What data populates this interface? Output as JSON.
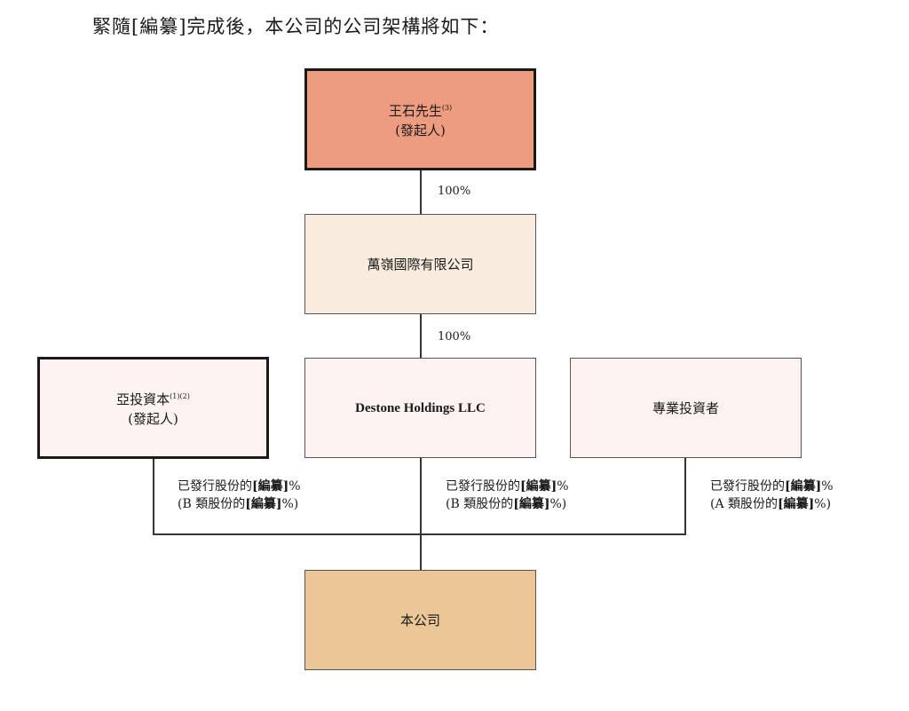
{
  "heading": "緊隨[編纂]完成後，本公司的公司架構將如下：",
  "colors": {
    "founder_fill": "#ee9c80",
    "holdco_fill": "#f9ecde",
    "entity_fill": "#fcf3f1",
    "company_fill": "#ebc697"
  },
  "nodes": {
    "wang_shi": {
      "name": "王石先生",
      "note": "(3)",
      "role": "(發起人)"
    },
    "wanling": {
      "name": "萬嶺國際有限公司"
    },
    "ya_tou": {
      "name": "亞投資本",
      "note": "(1)(2)",
      "role": "(發起人)"
    },
    "destone": {
      "name": "Destone Holdings LLC"
    },
    "professional": {
      "name": "專業投資者"
    },
    "company": {
      "name": "本公司"
    }
  },
  "edges": {
    "wang_to_wanling": "100%",
    "wanling_to_destone": "100%"
  },
  "share_labels": {
    "ya_tou": {
      "l1a": "已發行股份的",
      "l1b": "[編纂]",
      "l1c": "%",
      "l2a": "(B 類股份的",
      "l2b": "[編纂]",
      "l2c": "%)"
    },
    "destone": {
      "l1a": "已發行股份的",
      "l1b": "[編纂]",
      "l1c": "%",
      "l2a": "(B 類股份的",
      "l2b": "[編纂]",
      "l2c": "%)"
    },
    "professional": {
      "l1a": "已發行股份的",
      "l1b": "[編纂]",
      "l1c": "%",
      "l2a": "(A 類股份的",
      "l2b": "[編纂]",
      "l2c": "%)"
    }
  }
}
